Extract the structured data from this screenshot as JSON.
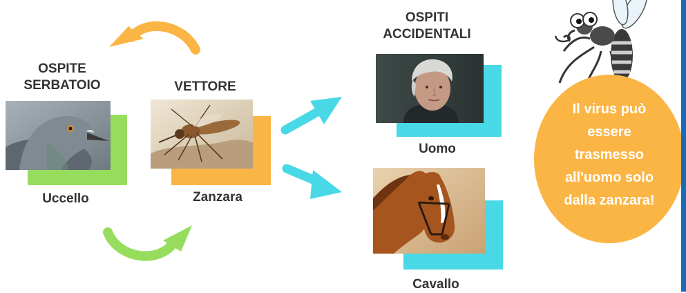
{
  "labels": {
    "reservoir_host_line1": "OSPITE",
    "reservoir_host_line2": "SERBATOIO",
    "vector": "VETTORE",
    "accidental_hosts_line1": "OSPITI",
    "accidental_hosts_line2": "ACCIDENTALI",
    "bird": "Uccello",
    "mosquito": "Zanzara",
    "human": "Uomo",
    "horse": "Cavallo"
  },
  "note": {
    "line1": "Il virus può",
    "line2": "essere",
    "line3": "trasmesso",
    "line4": "all'uomo solo",
    "line5": "dalla zanzara!"
  },
  "colors": {
    "green": "#96dd5d",
    "orange": "#fbb545",
    "cyan": "#48d8e6",
    "label_text": "#333333",
    "bubble": "#fbb545",
    "edge_bar": "#1b6ab5"
  },
  "icons": {
    "cycle_top_arrow": "curved-arrow-icon",
    "cycle_bottom_arrow": "curved-arrow-icon",
    "transmission_arrows": "arrow-icon",
    "mascot": "mosquito-cartoon-icon"
  }
}
